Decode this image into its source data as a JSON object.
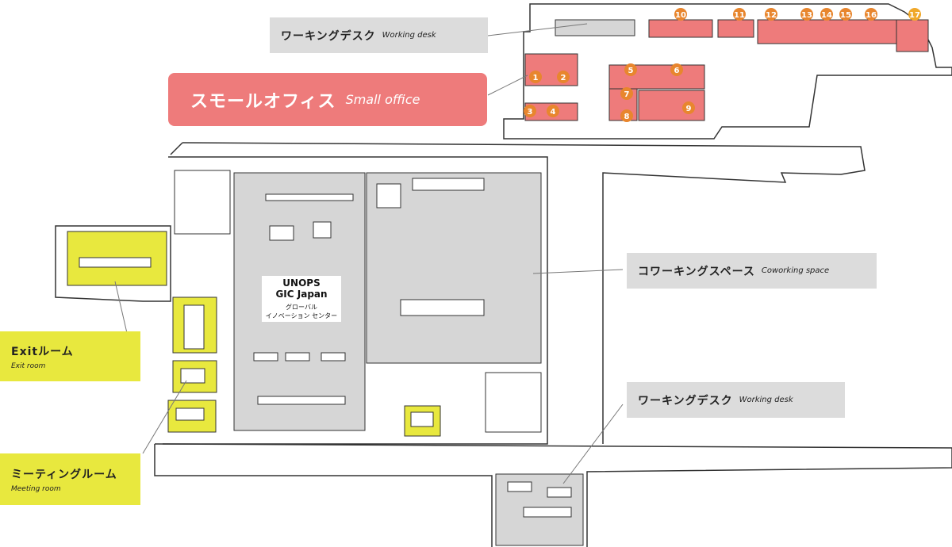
{
  "labels": {
    "working_desk_top": {
      "jp": "ワーキングデスク",
      "en": "Working desk"
    },
    "small_office": {
      "jp": "スモールオフィス",
      "en": "Small office"
    },
    "coworking": {
      "jp": "コワーキングスペース",
      "en": "Coworking space"
    },
    "working_desk_bottom": {
      "jp": "ワーキングデスク",
      "en": "Working desk"
    },
    "exit_room": {
      "jp": "Exitルーム",
      "en": "Exit room"
    },
    "meeting_room": {
      "jp": "ミーティングルーム",
      "en": "Meeting room"
    }
  },
  "center": {
    "line1": "UNOPS",
    "line2": "GIC Japan",
    "sub1": "グローバル",
    "sub2": "イノベーション センター"
  },
  "office_numbers": [
    "1",
    "2",
    "3",
    "4",
    "5",
    "6",
    "7",
    "8",
    "9",
    "10",
    "11",
    "12",
    "13",
    "14",
    "15",
    "16",
    "17"
  ],
  "colors": {
    "pink": "#ee7b7b",
    "yellow": "#e8e83e",
    "gray_fill": "#d6d6d6",
    "badge": "#e8862e",
    "badge_17": "#f0a82a",
    "wall": "#333333"
  }
}
